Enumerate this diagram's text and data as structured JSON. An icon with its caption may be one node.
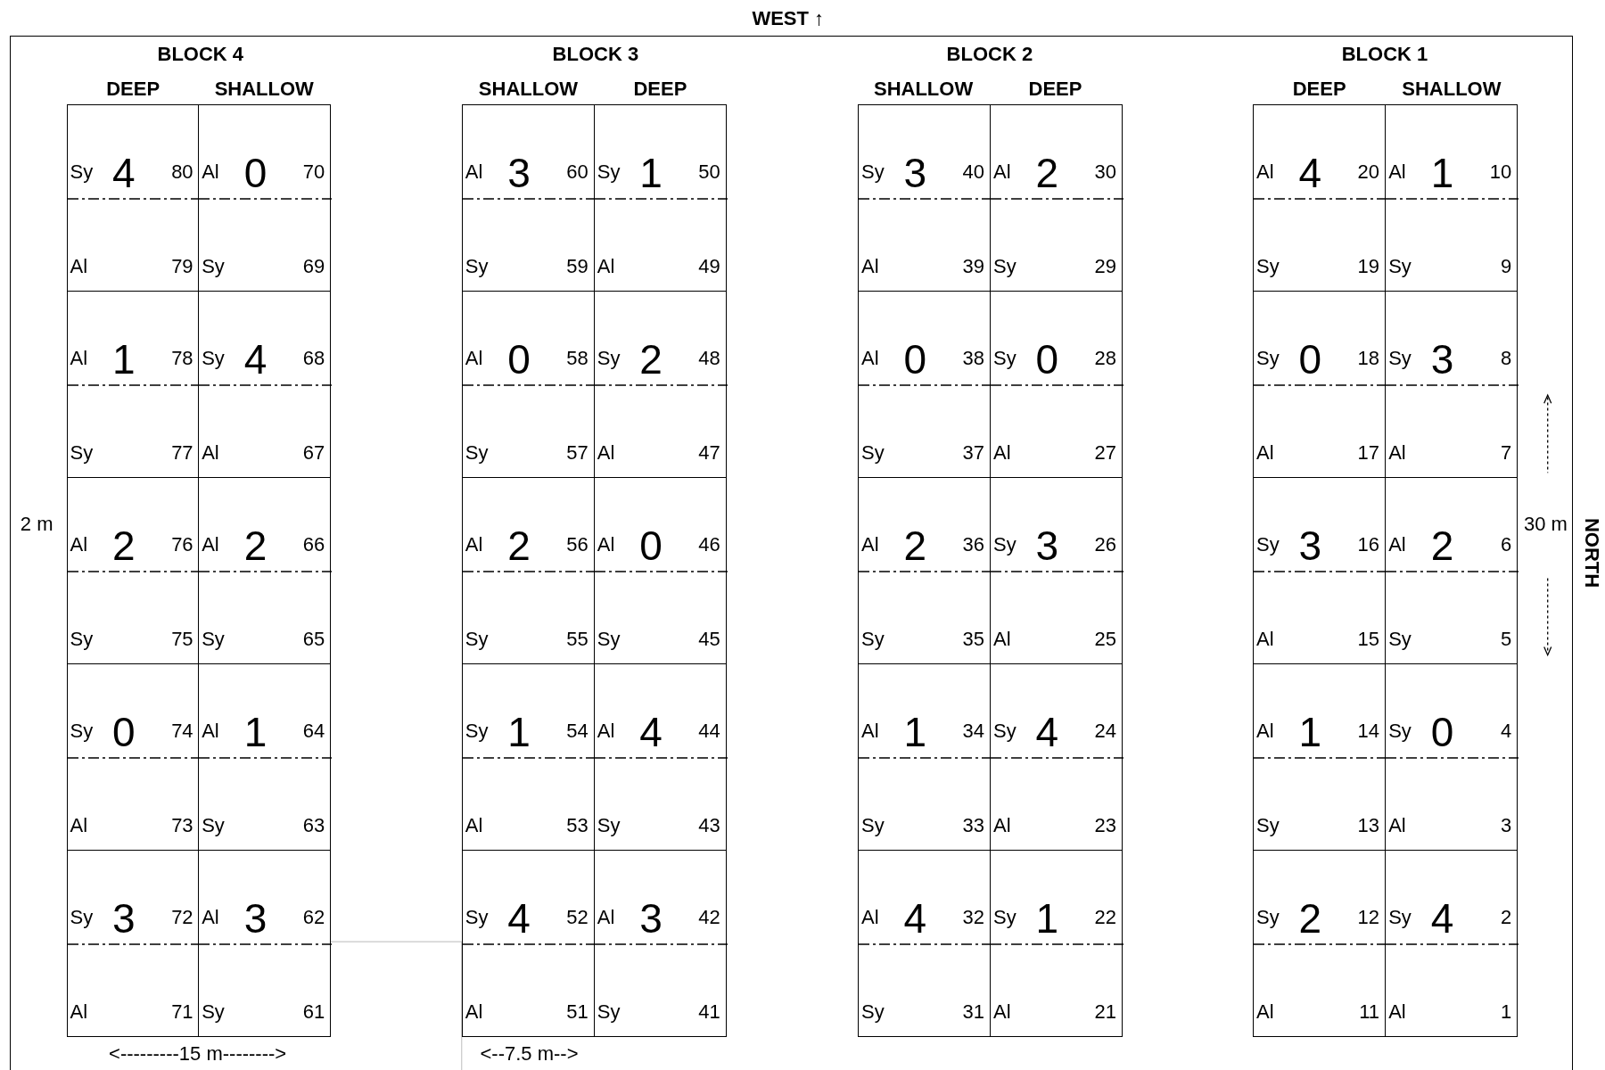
{
  "diagram": {
    "nodes": [
      {
        "text": [
          "Sy",
          "4",
          "80",
          "Al",
          "79"
        ]
      },
      {
        "text": [
          "Al",
          "0",
          "70",
          "Sy",
          "69"
        ]
      },
      {
        "text": [
          "Al",
          "3",
          "60",
          "Sy",
          "59"
        ]
      },
      {
        "text": [
          "Sy",
          "1",
          "50",
          "Al",
          "49"
        ]
      },
      {
        "text": [
          "Sy",
          "3",
          "40",
          "Al",
          "39"
        ]
      },
      {
        "text": [
          "Al",
          "2",
          "30",
          "Sy",
          "29"
        ]
      },
      {
        "text": [
          "Al",
          "4",
          "20",
          "Sy",
          "19"
        ]
      },
      {
        "text": [
          "Al",
          "1",
          "10",
          "Sy",
          "9"
        ]
      },
      {
        "text": [
          "Al",
          "1",
          "78",
          "Sy",
          "77"
        ]
      },
      {
        "text": [
          "Sy",
          "4",
          "68",
          "Al",
          "67"
        ]
      },
      {
        "text": [
          "Al",
          "0",
          "58",
          "Sy",
          "57"
        ]
      },
      {
        "text": [
          "Sy",
          "2",
          "48",
          "Al",
          "47"
        ]
      },
      {
        "text": [
          "Al",
          "0",
          "38",
          "Sy",
          "37"
        ]
      },
      {
        "text": [
          "Sy",
          "0",
          "28",
          "Al",
          "27"
        ]
      },
      {
        "text": [
          "Sy",
          "0",
          "18",
          "Al",
          "17"
        ]
      },
      {
        "text": [
          "Sy",
          "3",
          "8",
          "Al",
          "7"
        ]
      },
      {
        "text": [
          "Al",
          "2",
          "76",
          "Sy",
          "75"
        ]
      },
      {
        "text": [
          "Al",
          "2",
          "66",
          "Sy",
          "65"
        ]
      },
      {
        "text": [
          "Al",
          "2",
          "56",
          "Sy",
          "55"
        ]
      },
      {
        "text": [
          "Al",
          "0",
          "46",
          "Sy",
          "45"
        ]
      },
      {
        "text": [
          "Al",
          "2",
          "36",
          "Sy",
          "35"
        ]
      },
      {
        "text": [
          "Sy",
          "3",
          "26",
          "Al",
          "25"
        ]
      },
      {
        "text": [
          "Sy",
          "3",
          "16",
          "Al",
          "15"
        ]
      },
      {
        "text": [
          "Al",
          "2",
          "6",
          "Sy",
          "5"
        ]
      },
      {
        "text": [
          "Sy",
          "0",
          "74",
          "Al",
          "73"
        ]
      },
      {
        "text": [
          "Al",
          "1",
          "64",
          "Sy",
          "63"
        ]
      },
      {
        "text": [
          "Sy",
          "1",
          "54",
          "Al",
          "53"
        ]
      },
      {
        "text": [
          "Al",
          "4",
          "44",
          "Sy",
          "43"
        ]
      },
      {
        "text": [
          "Al",
          "1",
          "34",
          "Sy",
          "33"
        ]
      },
      {
        "text": [
          "Sy",
          "4",
          "24",
          "Al",
          "23"
        ]
      },
      {
        "text": [
          "Al",
          "1",
          "14",
          "Sy",
          "13"
        ]
      },
      {
        "text": [
          "Sy",
          "0",
          "4",
          "Al",
          "3"
        ]
      },
      {
        "text": [
          "Sy",
          "3",
          "72",
          "Al",
          "71"
        ]
      },
      {
        "text": [
          "Al",
          "3",
          "62",
          "Sy",
          "61"
        ]
      },
      {
        "text": [
          "Sy",
          "4",
          "52",
          "Al",
          "51"
        ]
      },
      {
        "text": [
          "Al",
          "3",
          "42",
          "Sy",
          "41"
        ]
      },
      {
        "text": [
          "Al",
          "4",
          "32",
          "Sy",
          "31"
        ]
      },
      {
        "text": [
          "Sy",
          "1",
          "22",
          "Al",
          "21"
        ]
      },
      {
        "text": [
          "Sy",
          "2",
          "12",
          "Al",
          "11"
        ]
      },
      {
        "text": [
          "Sy",
          "4",
          "2",
          "Al",
          "1"
        ]
      }
    ],
    "labels": [
      "WEST ↑",
      "BLOCK 4",
      "BLOCK 3",
      "BLOCK 2",
      "BLOCK 1",
      "DEEP",
      "SHALLOW",
      "SHALLOW",
      "DEEP",
      "SHALLOW",
      "DEEP",
      "DEEP",
      "SHALLOW",
      "2 m",
      "30 m",
      "NORTH",
      "<---------15 m-------->",
      "<--7.5 m-->"
    ]
  }
}
